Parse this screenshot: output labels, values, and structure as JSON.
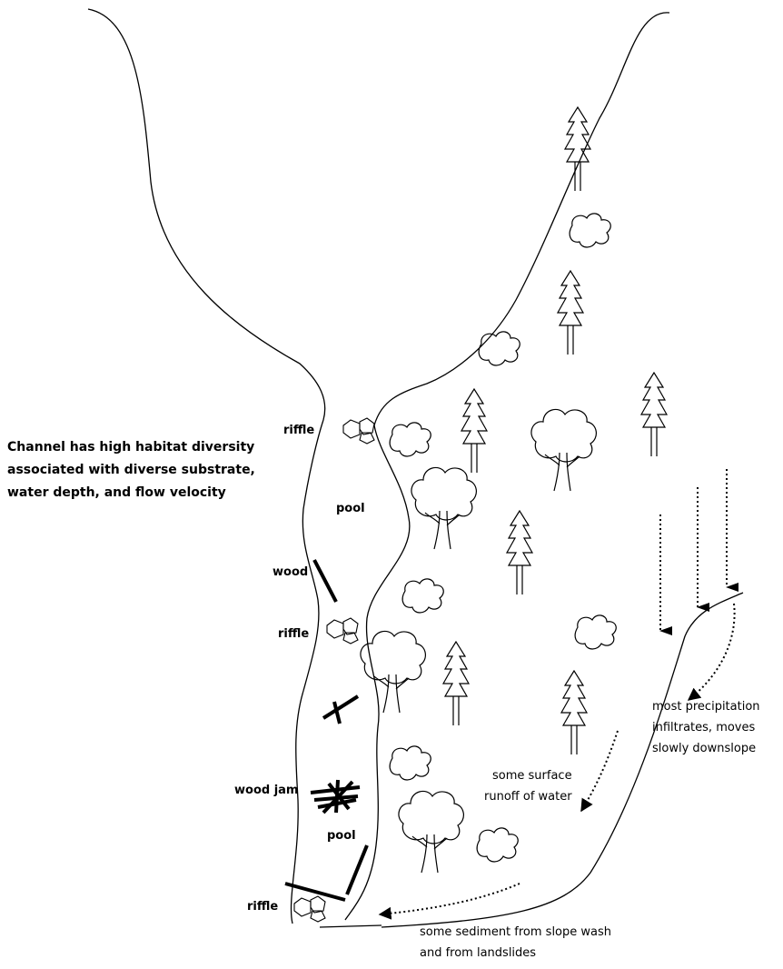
{
  "diagram": {
    "note_lines": [
      "Channel has high habitat diversity",
      "associated with diverse substrate,",
      "water depth, and flow velocity"
    ],
    "labels": {
      "riffle_top": "riffle",
      "pool_top": "pool",
      "wood": "wood",
      "riffle_mid": "riffle",
      "wood_jam": "wood jam",
      "pool_bottom": "pool",
      "riffle_bottom": "riffle"
    },
    "precipitation_lines": [
      "most precipitation",
      "infiltrates, moves",
      "slowly downslope"
    ],
    "runoff_lines": [
      "some surface",
      "runoff of water"
    ],
    "sediment_lines": [
      "some sediment from slope wash",
      "and from landslides"
    ]
  }
}
